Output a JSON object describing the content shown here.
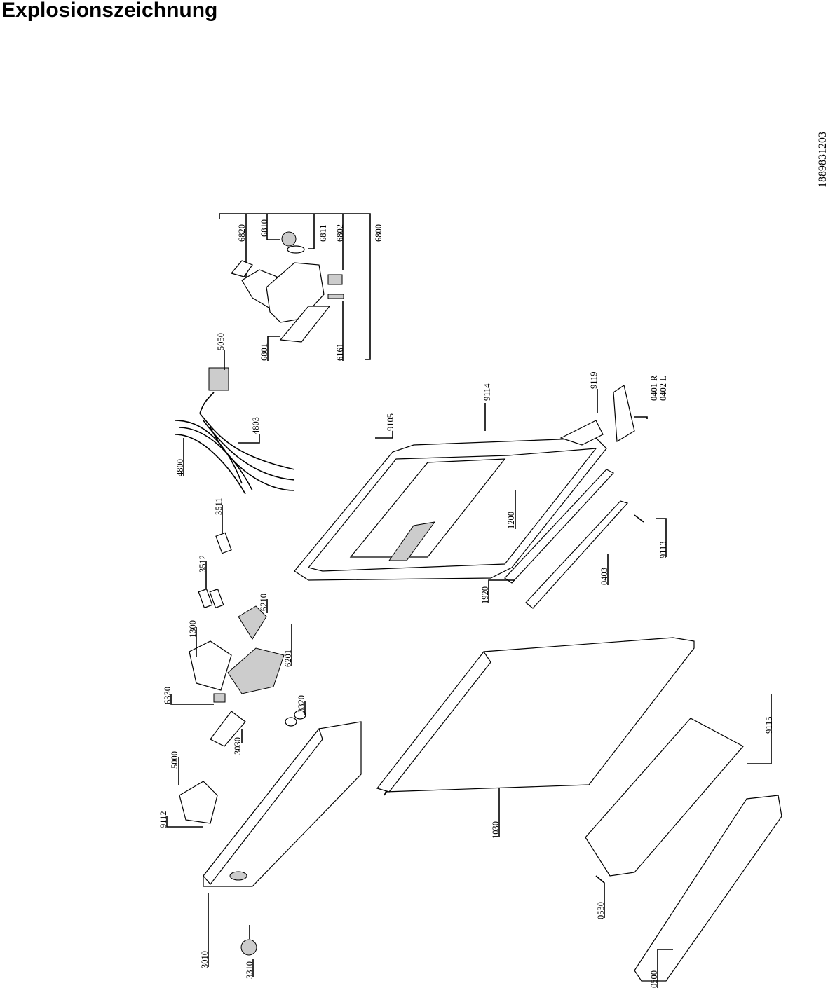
{
  "title": "Explosionszeichnung",
  "document_number": "1889831203",
  "part_labels": {
    "p6820": "6820",
    "p6810": "6810",
    "p6811": "6811",
    "p6802": "6802",
    "p6800": "6800",
    "p5050": "5050",
    "p6801": "6801",
    "p6161": "6161",
    "p9119": "9119",
    "p0401": "0401 R",
    "p0402": "0402 L",
    "p9114": "9114",
    "p9105": "9105",
    "p4803": "4803",
    "p4800": "4800",
    "p3511": "3511",
    "p1200": "1200",
    "p9113": "9113",
    "p0403": "0403",
    "p3512": "3512",
    "p1920": "1920",
    "p6210": "6210",
    "p1300": "1300",
    "p6201": "6201",
    "p6330": "6330",
    "p3320": "3320",
    "p9115": "9115",
    "p3030": "3030",
    "p5000": "5000",
    "p9112": "9112",
    "p1030": "1030",
    "p0530": "0530",
    "p3010": "3010",
    "p3310": "3310",
    "p0500": "0500"
  }
}
